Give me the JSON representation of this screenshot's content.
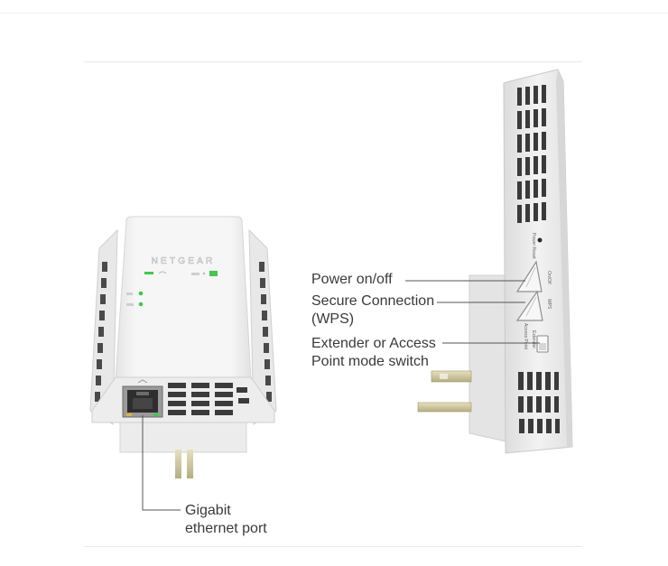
{
  "brand": {
    "logo_text": "NETGEAR"
  },
  "callouts": {
    "power": {
      "line1": "Power on/off"
    },
    "wps": {
      "line1": "Secure Connection",
      "line2": "(WPS)"
    },
    "mode": {
      "line1": "Extender or Access",
      "line2": "Point mode switch"
    },
    "ethernet": {
      "line1": "Gigabit",
      "line2": "ethernet port"
    }
  },
  "device_labels": {
    "power_reset": "Power Reset",
    "on_off": "On/Off",
    "wps": "WPS",
    "access_point": "Access Point",
    "extender": "Extender"
  },
  "colors": {
    "device_body": "#f4f4f4",
    "device_shadow": "#d2d2d2",
    "vent": "#3b3b3b",
    "led_green": "#41c84a",
    "led_amber": "#e0b43a",
    "prong": "#c9c29a",
    "leader_line": "#555555"
  }
}
